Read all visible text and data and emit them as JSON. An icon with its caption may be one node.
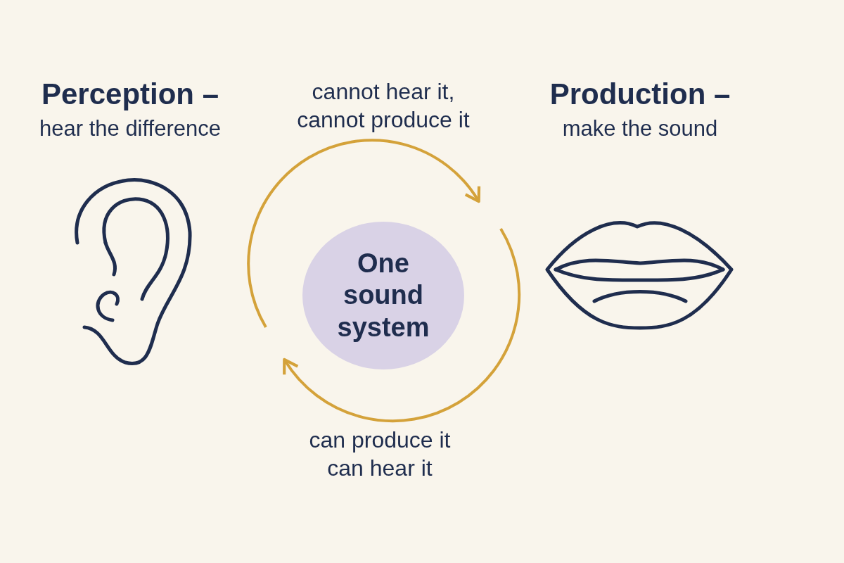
{
  "diagram": {
    "nodes": [
      {
        "text": [
          "Perception –",
          "hear the difference"
        ]
      },
      {
        "text": [
          "One sound system"
        ]
      },
      {
        "text": [
          "Production –",
          "make the sound"
        ]
      }
    ],
    "labels": [
      "cannot hear it, cannot produce it",
      "can produce it can hear it"
    ]
  }
}
